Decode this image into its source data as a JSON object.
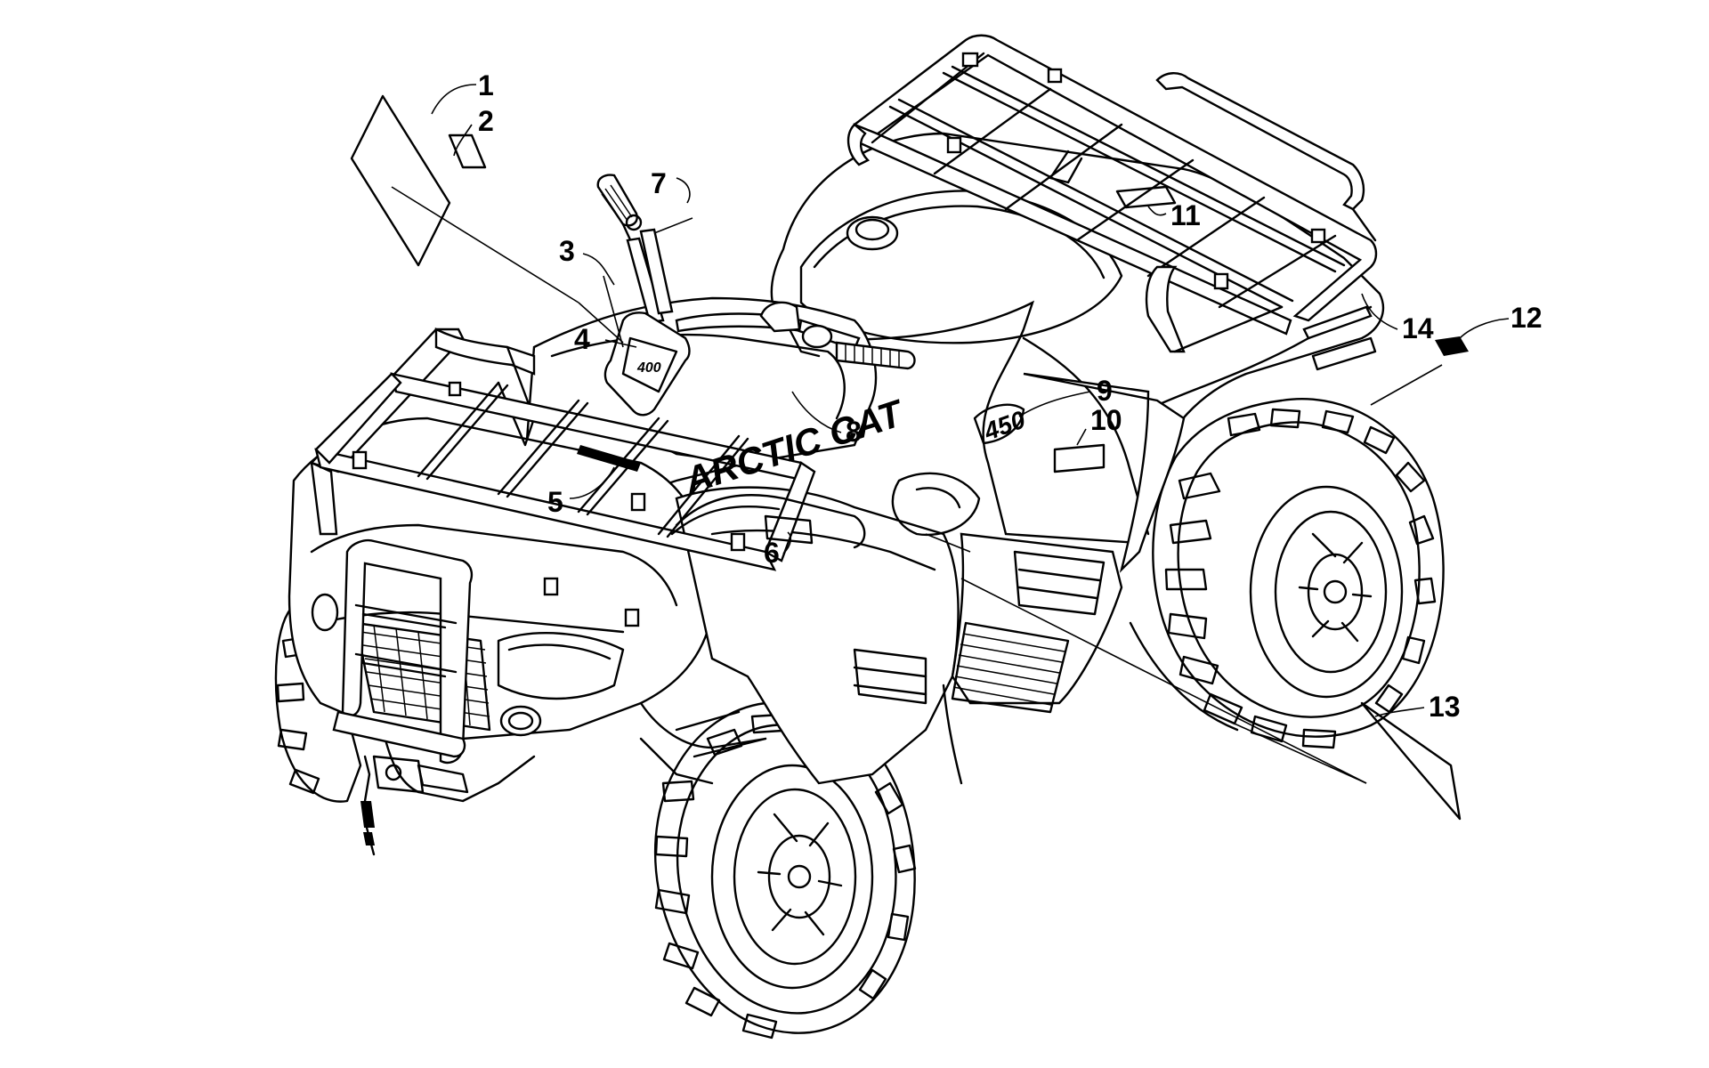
{
  "callouts": [
    {
      "id": "1",
      "label": "1"
    },
    {
      "id": "2",
      "label": "2"
    },
    {
      "id": "3",
      "label": "3"
    },
    {
      "id": "4",
      "label": "4"
    },
    {
      "id": "5",
      "label": "5"
    },
    {
      "id": "6",
      "label": "6"
    },
    {
      "id": "7",
      "label": "7"
    },
    {
      "id": "8",
      "label": "8"
    },
    {
      "id": "9",
      "label": "9"
    },
    {
      "id": "10",
      "label": "10"
    },
    {
      "id": "11",
      "label": "11"
    },
    {
      "id": "12",
      "label": "12"
    },
    {
      "id": "13",
      "label": "13"
    },
    {
      "id": "14",
      "label": "14"
    }
  ],
  "decals": {
    "brand": "ARCTIC CAT",
    "model": "450",
    "display": "400"
  }
}
